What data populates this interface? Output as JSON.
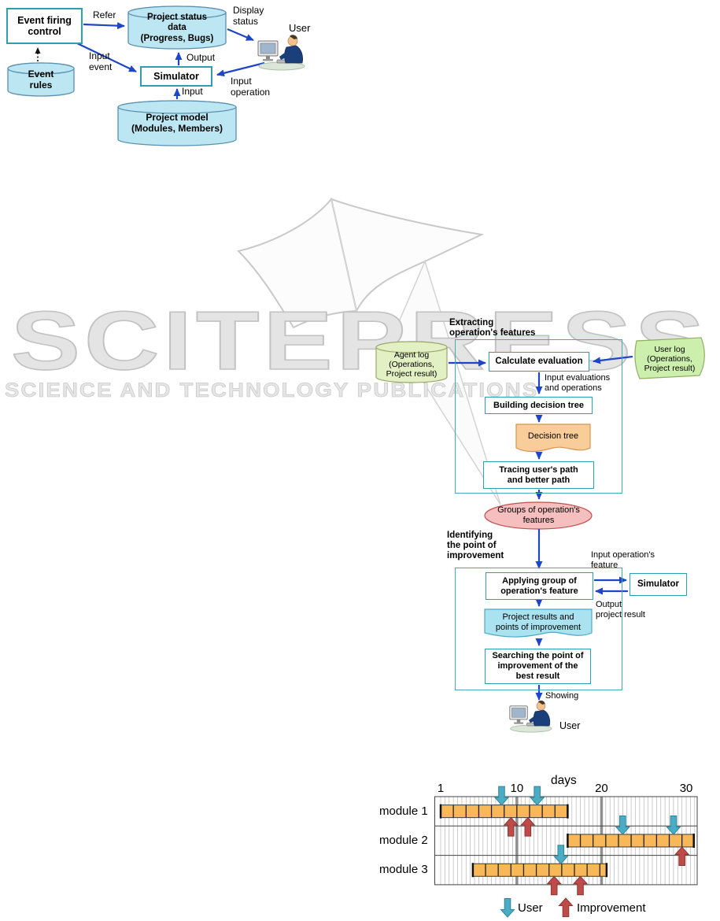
{
  "figure1": {
    "event_firing_control": "Event firing\ncontrol",
    "event_rules": "Event\nrules",
    "project_status_data": "Project status\ndata\n(Progress, Bugs)",
    "simulator": "Simulator",
    "project_model": "Project model\n(Modules, Members)",
    "user": "User",
    "refer": "Refer",
    "input_event": "Input\nevent",
    "output": "Output",
    "display_status": "Display\nstatus",
    "input_operation": "Input\noperation",
    "input": "Input"
  },
  "watermark": {
    "wordmark": "SCITEPRESS",
    "tagline": "SCIENCE AND TECHNOLOGY PUBLICATIONS"
  },
  "figure2": {
    "heading_extracting": "Extracting\noperation's features",
    "agent_log": "Agent log\n(Operations,\nProject result)",
    "user_log": "User log\n(Operations,\nProject result)",
    "calculate_evaluation": "Calculate evaluation",
    "input_evaluations": "Input evaluations\nand operations",
    "building_decision_tree": "Building decision tree",
    "decision_tree": "Decision tree",
    "tracing": "Tracing user's path\nand better path",
    "groups": "Groups of operation's\nfeatures",
    "heading_identifying": "Identifying\nthe point of\nimprovement",
    "applying": "Applying group of\noperation's feature",
    "input_operation_feature": "Input operation's\nfeature",
    "simulator": "Simulator",
    "output_project_result": "Output\nproject result",
    "project_results": "Project results and\npoints of improvement",
    "searching": "Searching the point of\nimprovement of the\nbest result",
    "showing": "Showing",
    "user": "User"
  },
  "gantt": {
    "type": "gantt",
    "days_label": "days",
    "tick_days": [
      1,
      10,
      20,
      30
    ],
    "module_labels": [
      "module 1",
      "module 2",
      "module 3"
    ],
    "bars": [
      {
        "row": 0,
        "start": 1,
        "end": 16,
        "ticks": [
          2.5,
          4,
          5.5,
          7,
          8.5,
          10,
          11.5,
          13,
          14.5
        ]
      },
      {
        "row": 1,
        "start": 16,
        "end": 30.9,
        "ticks": [
          17.5,
          19,
          20.5,
          22,
          23.5,
          25,
          26.5,
          28,
          29.5
        ]
      },
      {
        "row": 2,
        "start": 4.8,
        "end": 20.6,
        "ticks": [
          6.3,
          7.8,
          9.3,
          10.8,
          12.3,
          13.8,
          15.3,
          16.8,
          18.3,
          19.8
        ]
      }
    ],
    "heavy_day_lines": [
      10,
      20
    ],
    "user_arrows": [
      {
        "row": 0,
        "day": 8.2
      },
      {
        "row": 0,
        "day": 12.4
      },
      {
        "row": 1,
        "day": 22.5
      },
      {
        "row": 1,
        "day": 28.5
      },
      {
        "row": 2,
        "day": 15.2
      }
    ],
    "improvement_arrows": [
      {
        "row": 0,
        "day": 9.3
      },
      {
        "row": 0,
        "day": 11.3
      },
      {
        "row": 1,
        "day": 29.5
      },
      {
        "row": 2,
        "day": 14.4
      },
      {
        "row": 2,
        "day": 17.5
      }
    ],
    "legend_user": "User",
    "legend_improvement": "Improvement"
  },
  "colors": {
    "accent_teal": "#2E9FB0",
    "arrow_blue": "#1F45C8",
    "cylinder_blue": "#BCE7F2",
    "agent_log_green": "#E3F0C4",
    "user_log_green": "#CDEFAD",
    "doc_orange": "#F9CD9A",
    "doc_cyan": "#ABE2EF",
    "ellipse_pink": "#F5BFBF",
    "bar": "#F9B857",
    "user_arrow": "#4BACC6",
    "user_arrow_border": "#31849B",
    "improvement_arrow": "#BE4B48",
    "improvement_arrow_border": "#8C3836",
    "watermark_gray": "#DEDEDE"
  }
}
